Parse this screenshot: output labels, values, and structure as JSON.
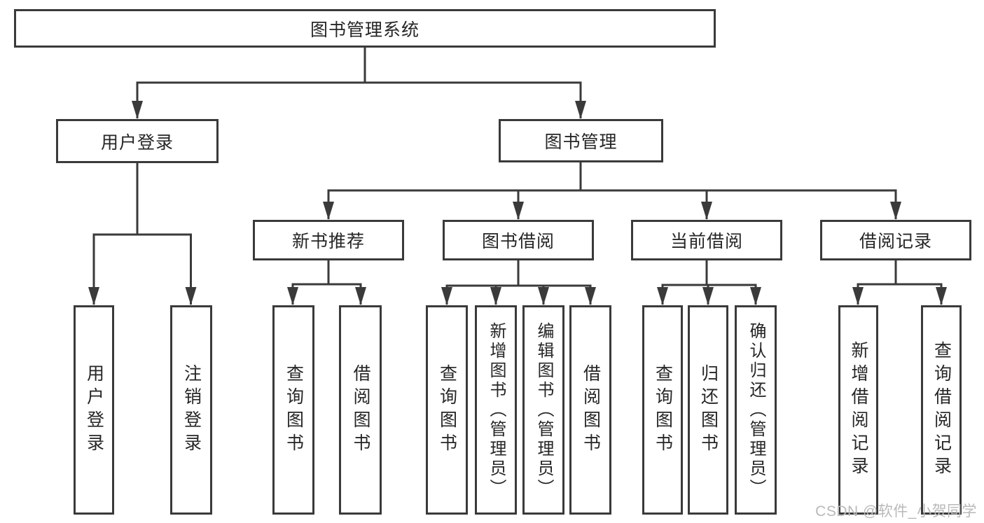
{
  "diagram": {
    "title_node": "图书管理系统",
    "tree": {
      "root": {
        "label": "图书管理系统"
      },
      "branches": [
        {
          "label": "用户登录",
          "children": [
            {
              "label": "用户登录"
            },
            {
              "label": "注销登录"
            }
          ]
        },
        {
          "label": "图书管理",
          "children": [
            {
              "label": "新书推荐",
              "children": [
                {
                  "label": "查询图书"
                },
                {
                  "label": "借阅图书"
                }
              ]
            },
            {
              "label": "图书借阅",
              "children": [
                {
                  "label": "查询图书"
                },
                {
                  "label": "新增图书（管理员）"
                },
                {
                  "label": "编辑图书（管理员）"
                },
                {
                  "label": "借阅图书"
                }
              ]
            },
            {
              "label": "当前借阅",
              "children": [
                {
                  "label": "查询图书"
                },
                {
                  "label": "归还图书"
                },
                {
                  "label": "确认归还（管理员）"
                }
              ]
            },
            {
              "label": "借阅记录",
              "children": [
                {
                  "label": "新增借阅记录"
                },
                {
                  "label": "查询借阅记录"
                }
              ]
            }
          ]
        }
      ]
    },
    "colors": {
      "line": "#3a3a3a",
      "text": "#262626",
      "background": "#ffffff",
      "watermark": "#b9b9b9"
    }
  },
  "watermark": {
    "text": "CSDN @软件_小贺同学"
  }
}
